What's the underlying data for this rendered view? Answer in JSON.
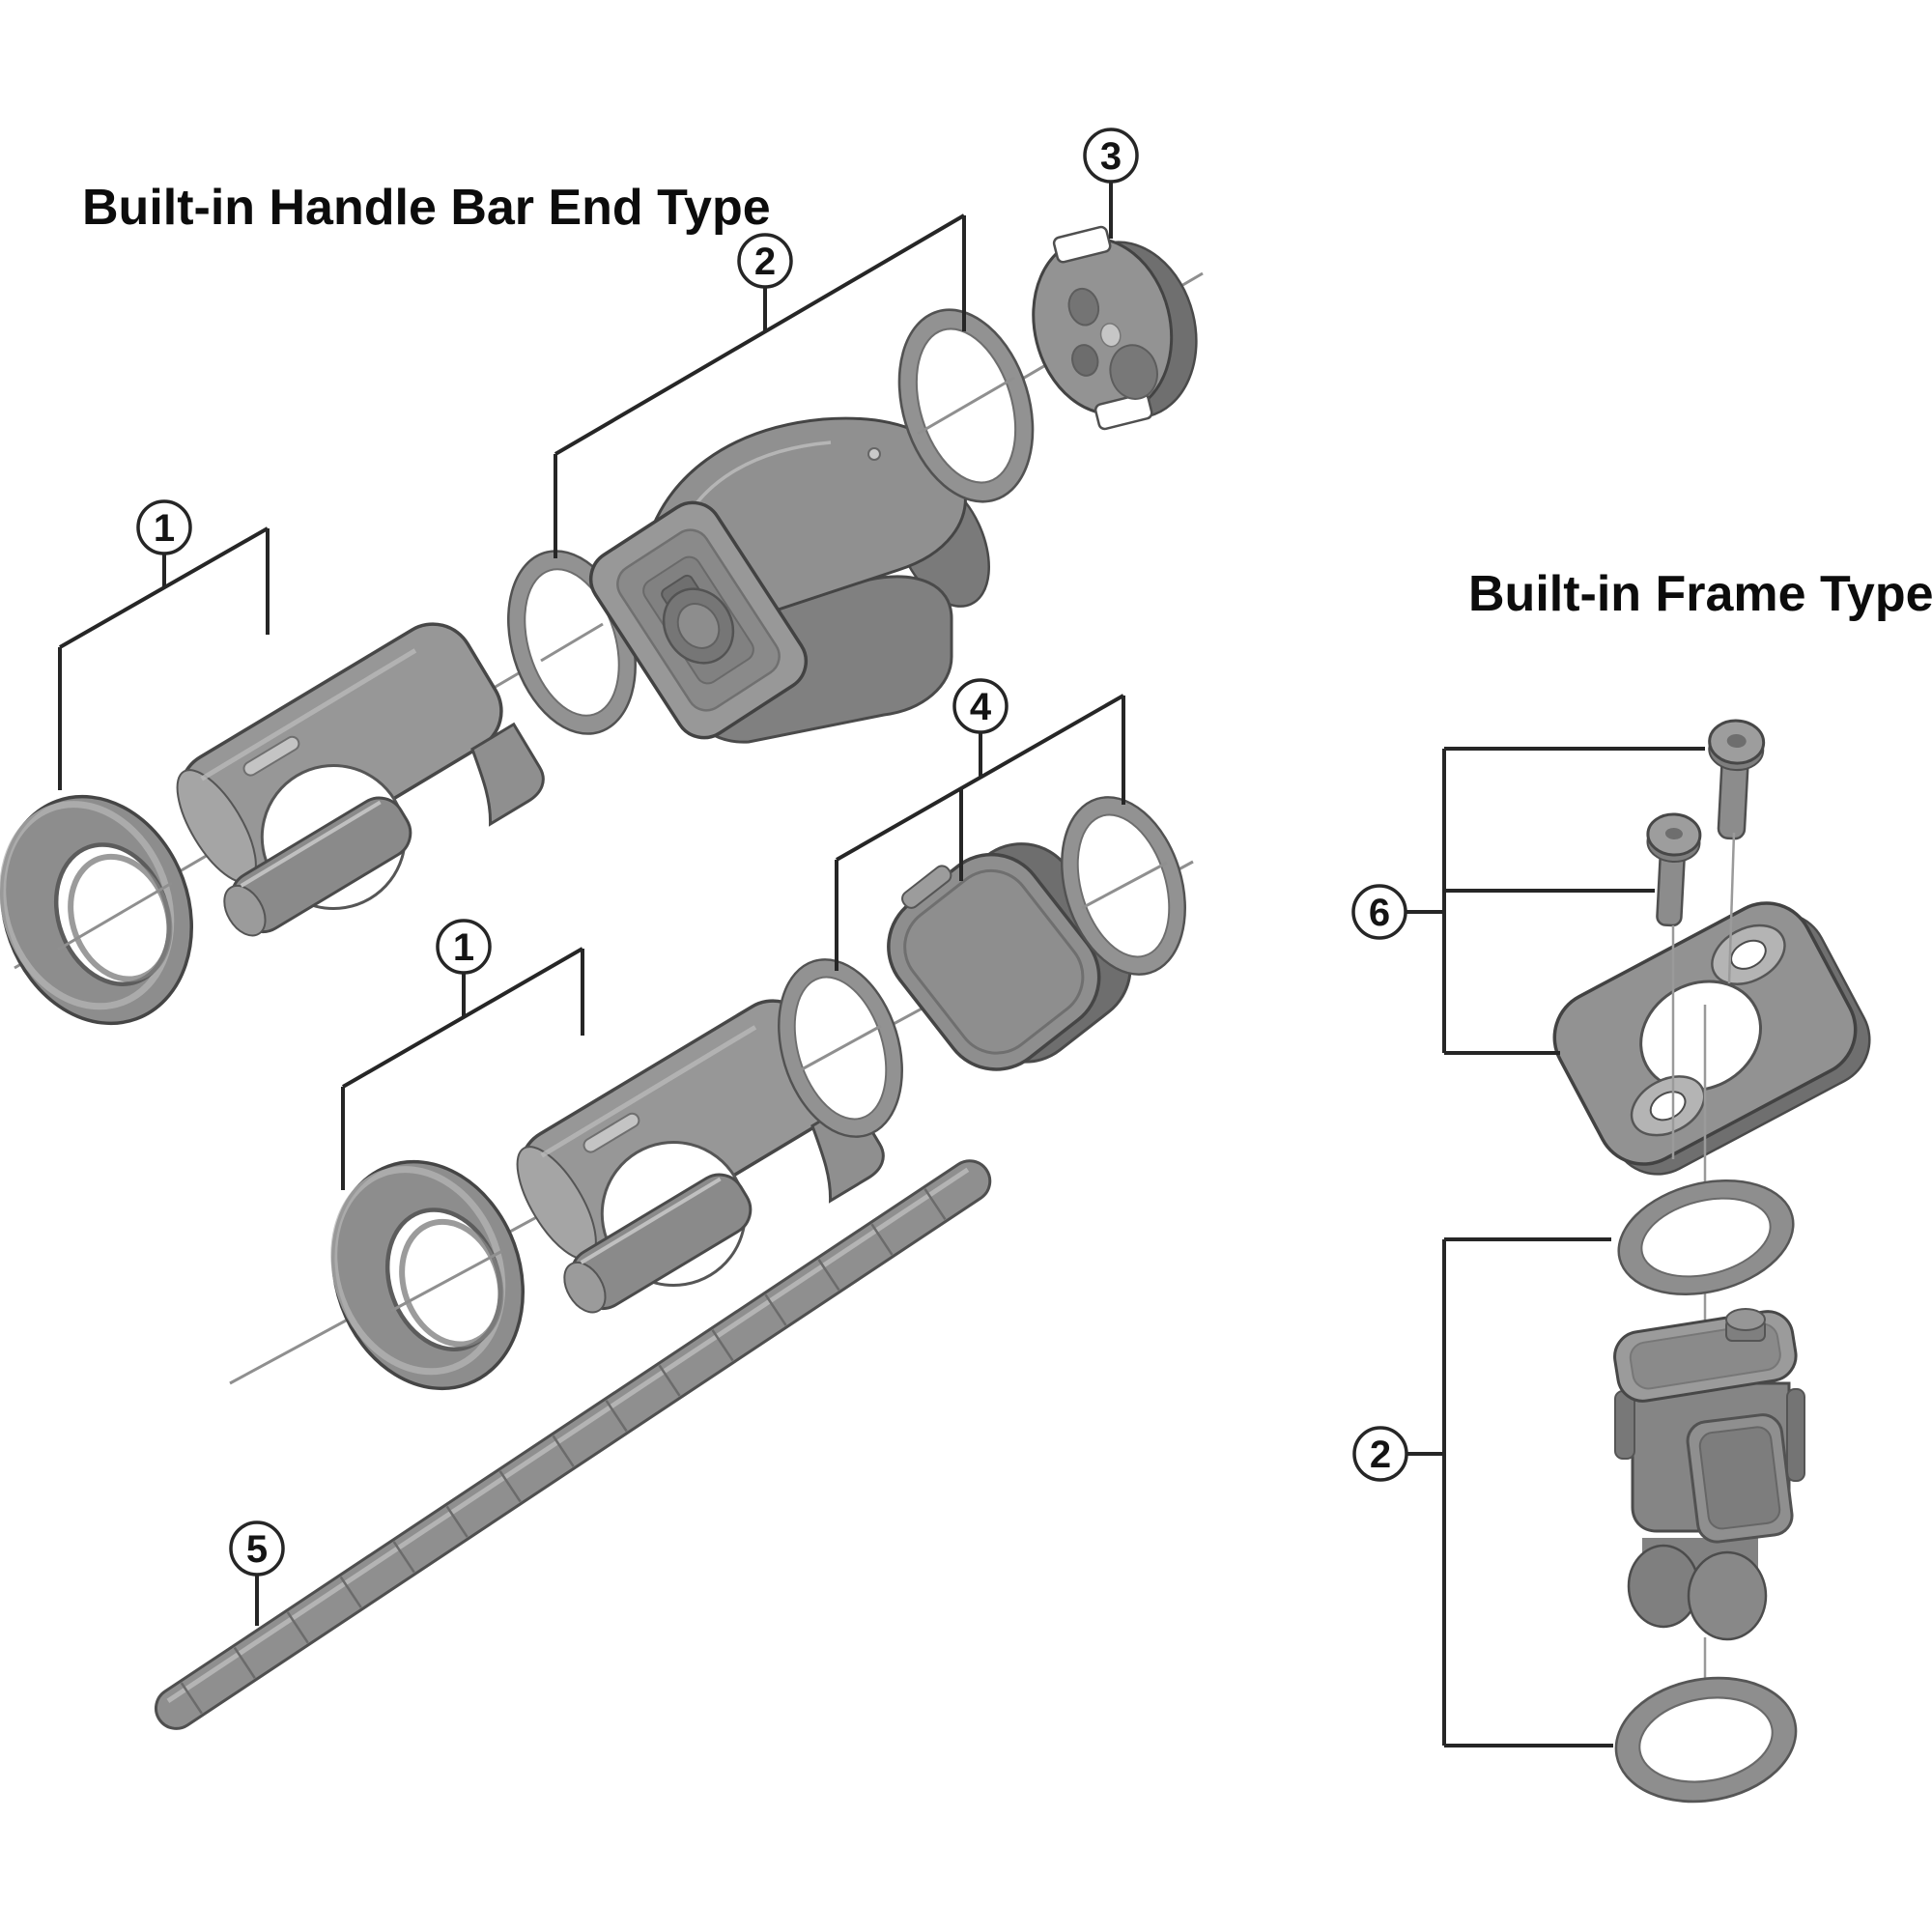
{
  "figure": {
    "title_left": "Built-in Handle Bar End Type",
    "title_right": "Built-in Frame Type"
  },
  "callouts": [
    {
      "label": "1"
    },
    {
      "label": "2"
    },
    {
      "label": "3"
    },
    {
      "label": "1"
    },
    {
      "label": "4"
    },
    {
      "label": "5"
    },
    {
      "label": "6"
    },
    {
      "label": "2"
    }
  ],
  "colors": {
    "background": "#ffffff",
    "part_gray": "#8f8f8f",
    "part_shadow": "#6f6f6f",
    "part_highlight": "#b8b8b8",
    "outline": "#454545",
    "leader_line": "#262626"
  }
}
